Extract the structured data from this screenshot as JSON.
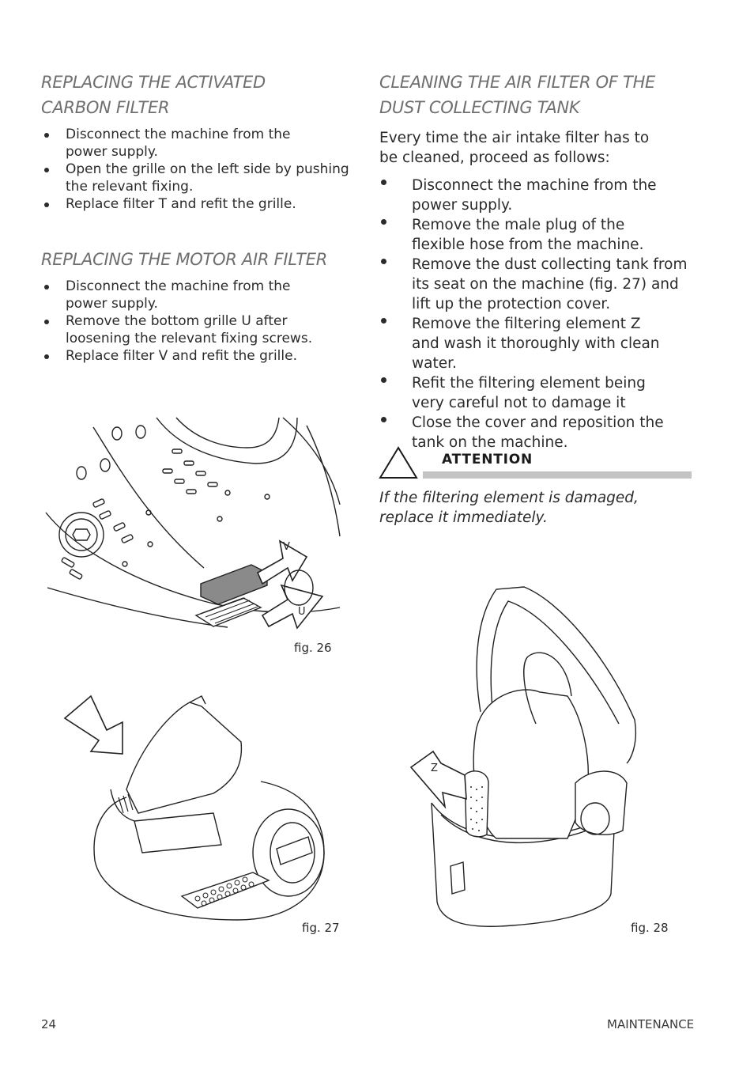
{
  "left": {
    "carbon": {
      "heading_line1": "REPLACING THE ACTIVATED",
      "heading_line2": "CARBON FILTER",
      "bullets": [
        "Disconnect the machine from the power supply.",
        "Open the grille on the left side by pushing the relevant fixing.",
        "Replace filter T and refit the grille."
      ]
    },
    "motor": {
      "heading": "REPLACING THE MOTOR AIR FILTER",
      "bullets": [
        "Disconnect the machine from the power supply.",
        "Remove the bottom grille U after loosening the relevant fixing screws.",
        "Replace filter V and refit the grille."
      ]
    }
  },
  "right": {
    "heading_line1": "CLEANING THE AIR FILTER OF THE",
    "heading_line2": "DUST COLLECTING TANK",
    "intro": "Every time the air intake filter has to be cleaned, proceed as follows:",
    "bullets": [
      "Disconnect the machine from the power supply.",
      "Remove the male plug of the flexible hose from the machine.",
      "Remove the dust collecting tank from its seat on the machine (fig. 27) and lift up the protection cover.",
      "Remove the filtering element Z and wash it thoroughly with clean water.",
      "Refit the filtering element being very careful not to damage it",
      "Close the cover and reposition the tank on the machine."
    ],
    "attention": {
      "title": "ATTENTION",
      "text": "If the filtering element is damaged, replace it immediately."
    }
  },
  "figures": {
    "fig26": {
      "caption": "fig. 26",
      "label_v": "V",
      "label_u": "U"
    },
    "fig27": {
      "caption": "fig. 27"
    },
    "fig28": {
      "caption": "fig. 28",
      "label_z": "Z"
    }
  },
  "footer": {
    "page_number": "24",
    "section": "MAINTENANCE"
  },
  "colors": {
    "heading": "#6f6f6f",
    "text": "#2b2b2b",
    "attention_bar": "#c4c4c4"
  }
}
